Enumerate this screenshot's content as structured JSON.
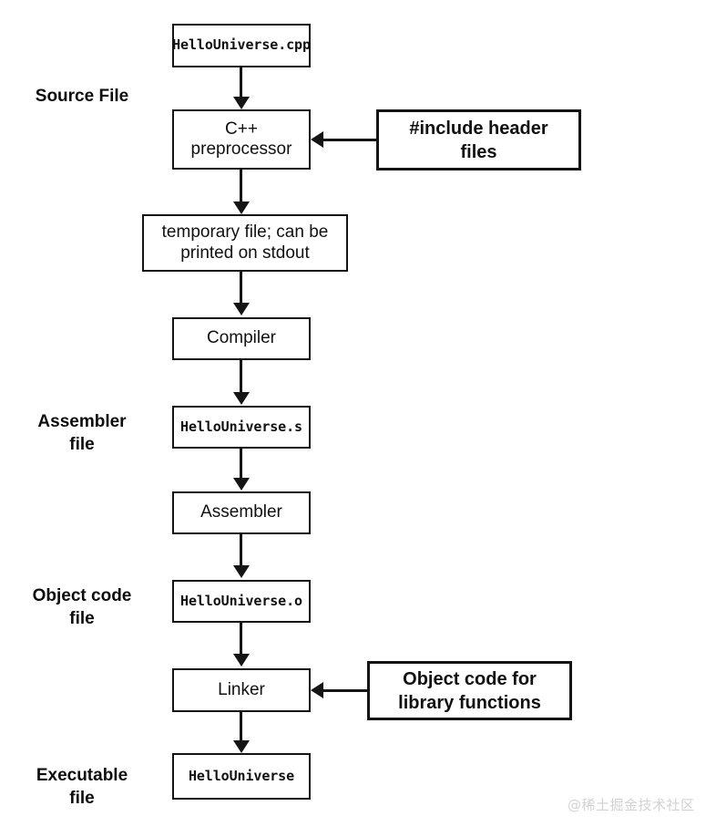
{
  "diagram": {
    "title": "C++ compilation pipeline",
    "background_color": "#ffffff",
    "line_color": "#141414",
    "text_color": "#111111"
  },
  "stage_labels": [
    {
      "id": "source-file",
      "text": "Source File"
    },
    {
      "id": "assembler-file",
      "text": "Assembler\nfile"
    },
    {
      "id": "object-code-file",
      "text": "Object code\nfile"
    },
    {
      "id": "executable-file",
      "text": "Executable\nfile"
    }
  ],
  "nodes": {
    "source": {
      "label": "HelloUniverse.cpp",
      "style": "mono"
    },
    "preprocessor": {
      "label": "C++\npreprocessor",
      "style": "sans"
    },
    "temp_file": {
      "label": "temporary file; can be\nprinted on stdout",
      "style": "sans"
    },
    "compiler": {
      "label": "Compiler",
      "style": "sans"
    },
    "assembly_file": {
      "label": "HelloUniverse.s",
      "style": "mono"
    },
    "assembler": {
      "label": "Assembler",
      "style": "sans"
    },
    "object_file": {
      "label": "HelloUniverse.o",
      "style": "mono"
    },
    "linker": {
      "label": "Linker",
      "style": "sans"
    },
    "executable": {
      "label": "HelloUniverse",
      "style": "mono"
    }
  },
  "side_inputs": {
    "headers": {
      "label": "#include header\nfiles"
    },
    "library": {
      "label": "Object code for\nlibrary functions"
    }
  },
  "watermark": {
    "text": "@稀土掘金技术社区",
    "color": "#d2d2d2"
  }
}
